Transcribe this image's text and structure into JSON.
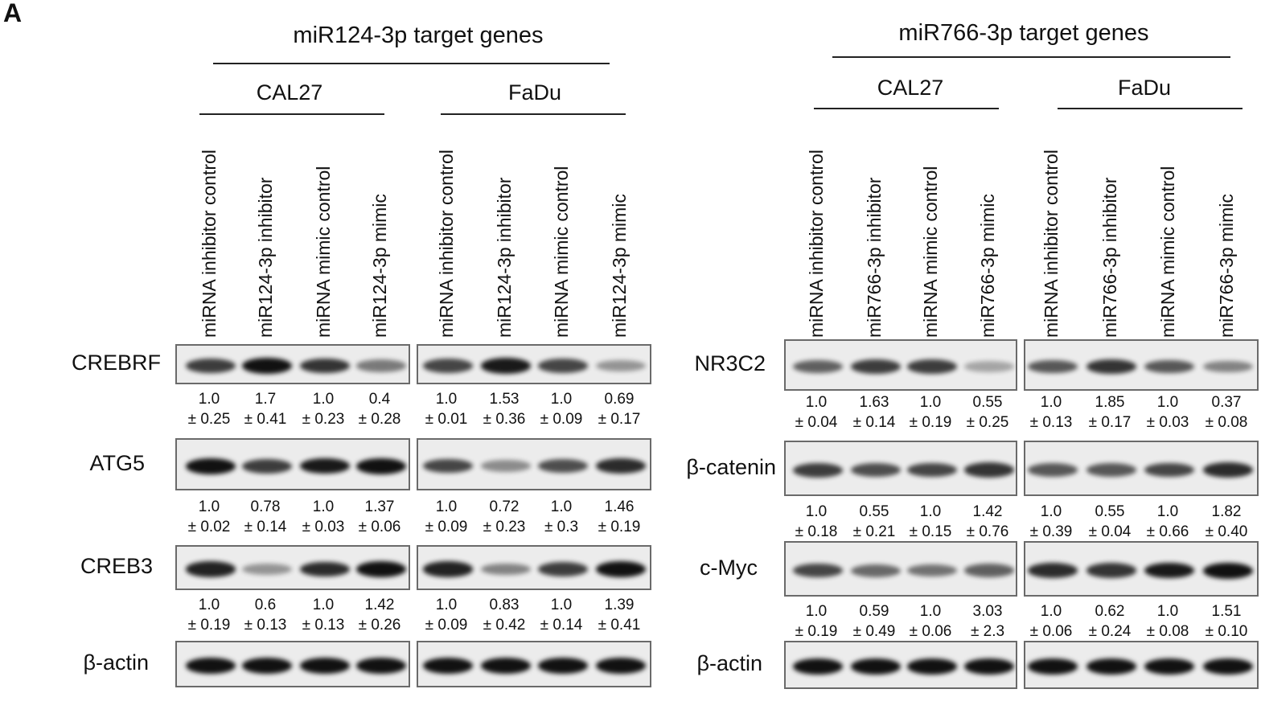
{
  "panel_label": "A",
  "groups": [
    {
      "title": "miR124-3p target genes",
      "cell_lines": [
        {
          "name": "CAL27",
          "lanes": [
            "miRNA inhibitor control",
            "miR124-3p inhibitor",
            "miRNA mimic control",
            "miR124-3p mimic"
          ]
        },
        {
          "name": "FaDu",
          "lanes": [
            "miRNA inhibitor control",
            "miR124-3p inhibitor",
            "miRNA mimic control",
            "miR124-3p mimic"
          ]
        }
      ],
      "rows": [
        {
          "protein": "CREBRF",
          "values": [
            [
              "1.0",
              "± 0.25"
            ],
            [
              "1.7",
              "± 0.41"
            ],
            [
              "1.0",
              "± 0.23"
            ],
            [
              "0.4",
              "± 0.28"
            ],
            [
              "1.0",
              "± 0.01"
            ],
            [
              "1.53",
              "± 0.36"
            ],
            [
              "1.0",
              "± 0.09"
            ],
            [
              "0.69",
              "± 0.17"
            ]
          ]
        },
        {
          "protein": "ATG5",
          "values": [
            [
              "1.0",
              "± 0.02"
            ],
            [
              "0.78",
              "± 0.14"
            ],
            [
              "1.0",
              "± 0.03"
            ],
            [
              "1.37",
              "± 0.06"
            ],
            [
              "1.0",
              "± 0.09"
            ],
            [
              "0.72",
              "± 0.23"
            ],
            [
              "1.0",
              "± 0.3"
            ],
            [
              "1.46",
              "± 0.19"
            ]
          ]
        },
        {
          "protein": "CREB3",
          "values": [
            [
              "1.0",
              "± 0.19"
            ],
            [
              "0.6",
              "± 0.13"
            ],
            [
              "1.0",
              "± 0.13"
            ],
            [
              "1.42",
              "± 0.26"
            ],
            [
              "1.0",
              "± 0.09"
            ],
            [
              "0.83",
              "± 0.42"
            ],
            [
              "1.0",
              "± 0.14"
            ],
            [
              "1.39",
              "± 0.41"
            ]
          ]
        },
        {
          "protein": "β-actin",
          "values": []
        }
      ]
    },
    {
      "title": "miR766-3p target genes",
      "cell_lines": [
        {
          "name": "CAL27",
          "lanes": [
            "miRNA inhibitor control",
            "miR766-3p inhibitor",
            "miRNA mimic control",
            "miR766-3p mimic"
          ]
        },
        {
          "name": "FaDu",
          "lanes": [
            "miRNA inhibitor control",
            "miR766-3p inhibitor",
            "miRNA mimic control",
            "miR766-3p mimic"
          ]
        }
      ],
      "rows": [
        {
          "protein": "NR3C2",
          "values": [
            [
              "1.0",
              "± 0.04"
            ],
            [
              "1.63",
              "± 0.14"
            ],
            [
              "1.0",
              "± 0.19"
            ],
            [
              "0.55",
              "± 0.25"
            ],
            [
              "1.0",
              "± 0.13"
            ],
            [
              "1.85",
              "± 0.17"
            ],
            [
              "1.0",
              "± 0.03"
            ],
            [
              "0.37",
              "± 0.08"
            ]
          ]
        },
        {
          "protein": "β-catenin",
          "values": [
            [
              "1.0",
              "± 0.18"
            ],
            [
              "0.55",
              "± 0.21"
            ],
            [
              "1.0",
              "± 0.15"
            ],
            [
              "1.42",
              "± 0.76"
            ],
            [
              "1.0",
              "± 0.39"
            ],
            [
              "0.55",
              "± 0.04"
            ],
            [
              "1.0",
              "± 0.66"
            ],
            [
              "1.82",
              "± 0.40"
            ]
          ]
        },
        {
          "protein": "c-Myc",
          "values": [
            [
              "1.0",
              "± 0.19"
            ],
            [
              "0.59",
              "± 0.49"
            ],
            [
              "1.0",
              "± 0.06"
            ],
            [
              "3.03",
              "± 2.3"
            ],
            [
              "1.0",
              "± 0.06"
            ],
            [
              "0.62",
              "± 0.24"
            ],
            [
              "1.0",
              "± 0.08"
            ],
            [
              "1.51",
              "± 0.10"
            ]
          ]
        },
        {
          "protein": "β-actin",
          "values": []
        }
      ]
    }
  ]
}
